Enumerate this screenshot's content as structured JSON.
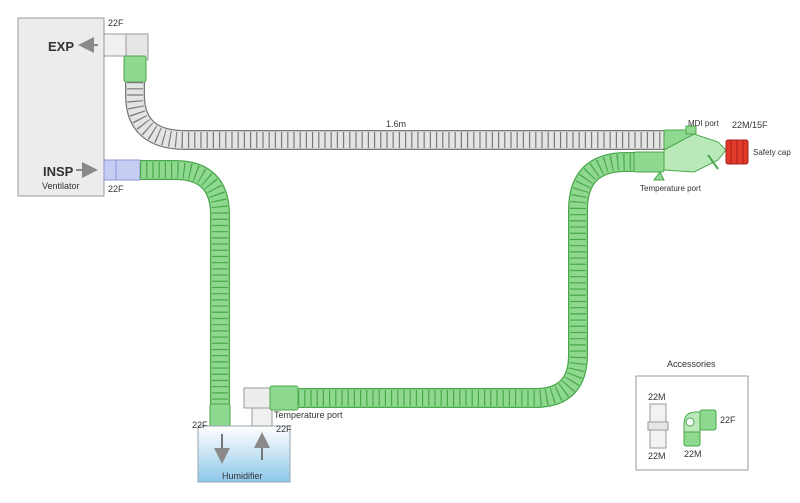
{
  "ventilator": {
    "exp_label": "EXP",
    "insp_label": "INSP",
    "name": "Ventilator",
    "exp_size": "22F",
    "insp_size": "22F"
  },
  "expiratory_limb": {
    "length_label": "1.6m"
  },
  "wye": {
    "mdi_port_label": "MDI port",
    "temperature_port_label": "Temperature port",
    "patient_connector_label": "22M/15F",
    "safety_cap_label": "Safety cap"
  },
  "humidifier": {
    "name": "Humidifier",
    "inlet_size": "22F",
    "outlet_size": "22F",
    "temperature_port_label": "Temperature port"
  },
  "accessories": {
    "title": "Accessories",
    "straight_top_size": "22M",
    "straight_bottom_size": "22M",
    "elbow_side_size": "22F",
    "elbow_bottom_size": "22M"
  },
  "colors": {
    "green_tube": "#8fd88f",
    "green_stroke": "#4aa84a",
    "gray_tube": "#e4e4e4",
    "gray_stroke": "#777777",
    "ventilator_box": "#ececec",
    "humidifier_top": "#ffffff",
    "humidifier_bottom": "#8ec8ea",
    "safety_cap": "#e23a2a",
    "insp_connector": "#c7cdf2"
  }
}
